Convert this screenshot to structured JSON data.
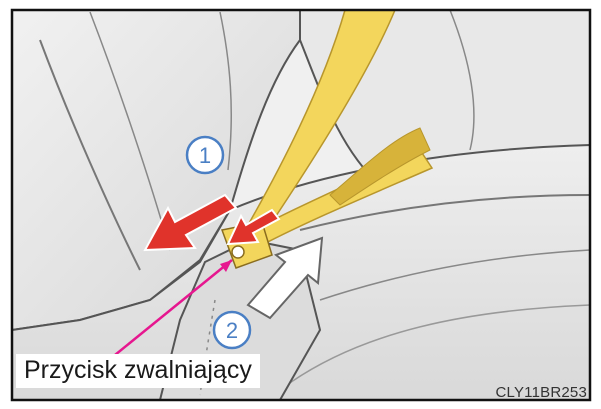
{
  "figure": {
    "step_markers": [
      "1",
      "2"
    ],
    "callout_label": "Przycisk zwalniający",
    "figure_code": "CLY11BR253"
  },
  "colors": {
    "belt": "#f3d65c",
    "belt_shadow": "#d7b33a",
    "arrow_red": "#e0332b",
    "arrow_white": "#ffffff",
    "marker_blue": "#4a7fc4",
    "callout_line": "#e6178f",
    "seat_fill": "#e4e4e4",
    "outline": "#4d4d4d",
    "frame": "#111111"
  },
  "icons": {
    "push_arrow": "red-arrow-icon",
    "release_arrow": "white-arrow-icon"
  }
}
